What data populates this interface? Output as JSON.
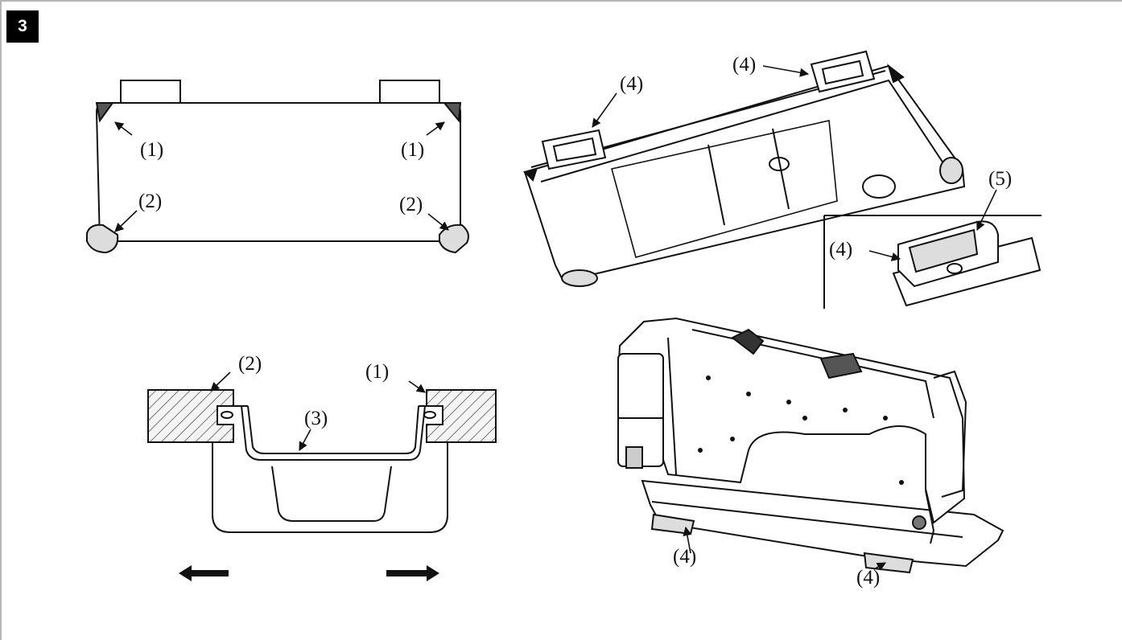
{
  "step": "3",
  "labels": {
    "corner_top": "(1)",
    "corner_bottom": "(2)",
    "oil_pan": "(3)",
    "hinge": "(4)",
    "hinge_seat": "(5)"
  },
  "colors": {
    "badge": "#000000",
    "line": "#111111",
    "hatch": "#333333",
    "frame": "#b5b5b5"
  }
}
